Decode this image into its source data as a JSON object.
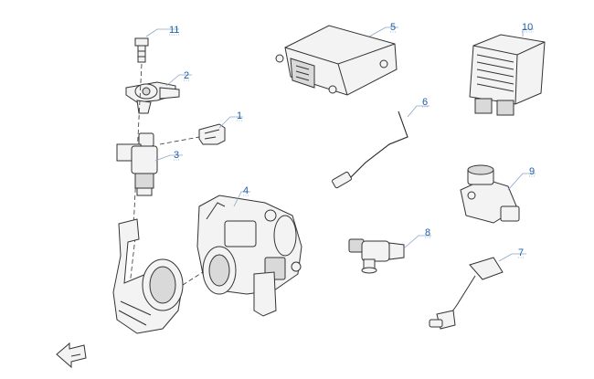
{
  "callouts": [
    {
      "id": "c1",
      "label": "1"
    },
    {
      "id": "c2",
      "label": "2"
    },
    {
      "id": "c3",
      "label": "3"
    },
    {
      "id": "c4",
      "label": "4"
    },
    {
      "id": "c5",
      "label": "5"
    },
    {
      "id": "c6",
      "label": "6"
    },
    {
      "id": "c7",
      "label": "7"
    },
    {
      "id": "c8",
      "label": "8"
    },
    {
      "id": "c9",
      "label": "9"
    },
    {
      "id": "c10",
      "label": "10"
    },
    {
      "id": "c11",
      "label": "11"
    }
  ],
  "colors": {
    "callout_text": "#1f5fa8",
    "leader_line": "#8aa6c4",
    "outline": "#333333",
    "part_fill": "#f3f3f3"
  },
  "icons": {
    "orientation": "direction-arrow-icon"
  }
}
